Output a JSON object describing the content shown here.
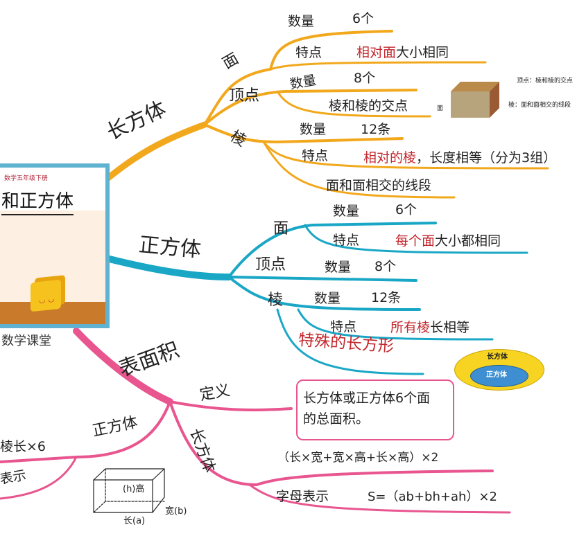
{
  "colors": {
    "cuboid_branch": "#f2a81d",
    "cube_branch": "#1aa7c6",
    "area_branch": "#e8558f",
    "highlight": "#c2272d"
  },
  "book": {
    "subtitle": "数学五年级下册",
    "title": "和正方体",
    "caption": "数学课堂"
  },
  "cuboid": {
    "label": "长方体",
    "face": {
      "label": "面",
      "count_label": "数量",
      "count": "6个",
      "feature_label": "特点",
      "feature_red": "相对面",
      "feature_rest": "大小相同"
    },
    "vertex": {
      "label": "顶点",
      "count_label": "数量",
      "count": "8个",
      "definition": "棱和棱的交点"
    },
    "edge": {
      "label": "棱",
      "count_label": "数量",
      "count": "12条",
      "feature_label": "特点",
      "feature_red": "相对的棱",
      "feature_rest": "，长度相等（分为3组）",
      "definition": "面和面相交的线段"
    },
    "figure": {
      "vertex_note": "顶点：棱和棱的交点",
      "face_note": "面",
      "edge_note": "棱：面和面相交的线段"
    }
  },
  "cube": {
    "label": "正方体",
    "face": {
      "label": "面",
      "count_label": "数量",
      "count": "6个",
      "feature_label": "特点",
      "feature_red": "每个面",
      "feature_rest": "大小都相同"
    },
    "vertex": {
      "label": "顶点",
      "count_label": "数量",
      "count": "8个"
    },
    "edge": {
      "label": "棱",
      "count_label": "数量",
      "count": "12条",
      "feature_label": "特点",
      "feature_red": "所有棱",
      "feature_rest": "长相等"
    },
    "special": "特殊的长方形",
    "venn": {
      "outer": "长方体",
      "inner": "正方体"
    }
  },
  "surface_area": {
    "label": "表面积",
    "definition_label": "定义",
    "definition_line1": "长方体或正方体6个面",
    "definition_line2": "的总面积。",
    "cube": {
      "label": "正方体",
      "formula": "棱长×6",
      "letter_label": "母表示"
    },
    "cuboid": {
      "label": "长方体",
      "formula": "（长×宽+宽×高+长×高）×2",
      "letter_label": "字母表示",
      "letter_formula": "S=（ab+bh+ah）×2"
    },
    "diagram": {
      "height": "(h)高",
      "width": "宽(b)",
      "length": "长(a)"
    }
  }
}
